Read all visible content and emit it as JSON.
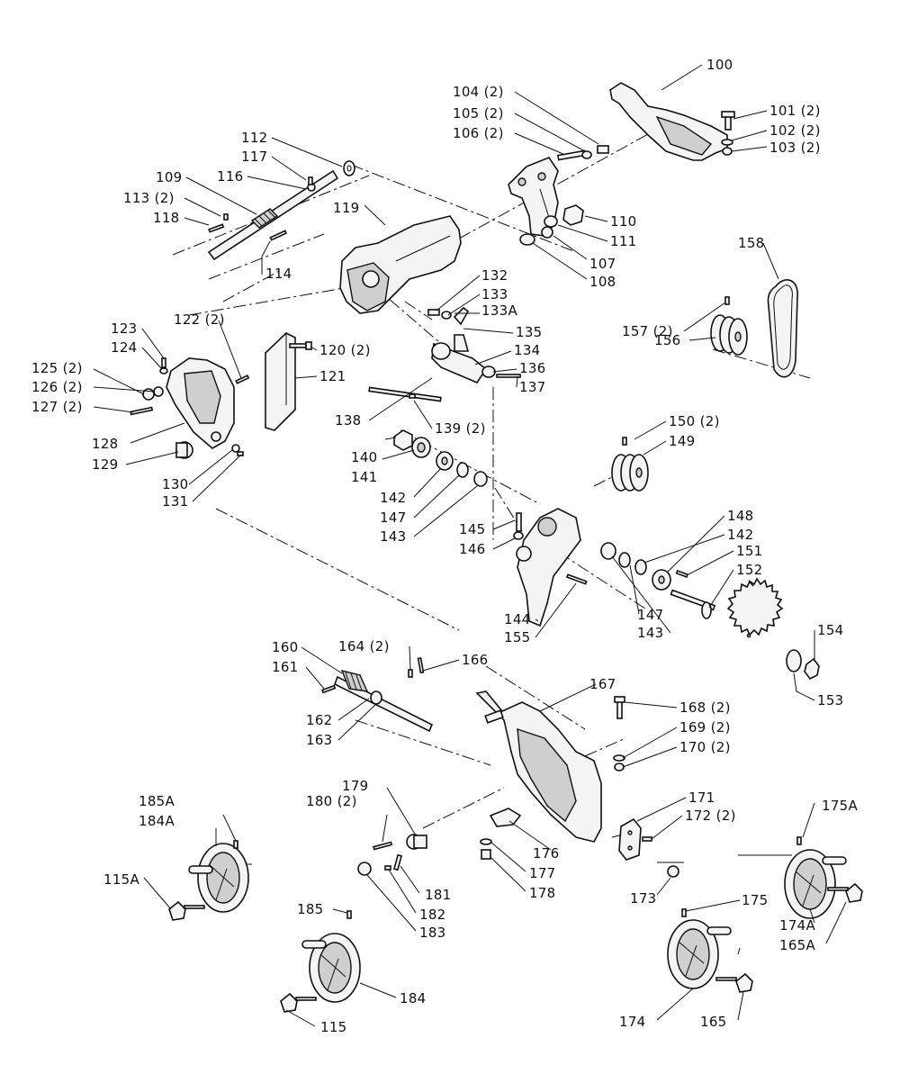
{
  "callouts": [
    {
      "id": "c100",
      "text": "100"
    },
    {
      "id": "c101",
      "text": "101 (2)"
    },
    {
      "id": "c102",
      "text": "102 (2)"
    },
    {
      "id": "c103",
      "text": "103 (2)"
    },
    {
      "id": "c104",
      "text": "104 (2)"
    },
    {
      "id": "c105",
      "text": "105 (2)"
    },
    {
      "id": "c106",
      "text": "106 (2)"
    },
    {
      "id": "c107",
      "text": "107"
    },
    {
      "id": "c108",
      "text": "108"
    },
    {
      "id": "c109",
      "text": "109"
    },
    {
      "id": "c110",
      "text": "110"
    },
    {
      "id": "c111",
      "text": "111"
    },
    {
      "id": "c112",
      "text": "112"
    },
    {
      "id": "c113",
      "text": "113 (2)"
    },
    {
      "id": "c114",
      "text": "114"
    },
    {
      "id": "c116",
      "text": "116"
    },
    {
      "id": "c117",
      "text": "117"
    },
    {
      "id": "c118",
      "text": "118"
    },
    {
      "id": "c119",
      "text": "119"
    },
    {
      "id": "c120",
      "text": "120 (2)"
    },
    {
      "id": "c121",
      "text": "121"
    },
    {
      "id": "c122",
      "text": "122 (2)"
    },
    {
      "id": "c123",
      "text": "123"
    },
    {
      "id": "c124",
      "text": "124"
    },
    {
      "id": "c125",
      "text": "125 (2)"
    },
    {
      "id": "c126",
      "text": "126 (2)"
    },
    {
      "id": "c127",
      "text": "127 (2)"
    },
    {
      "id": "c128",
      "text": "128"
    },
    {
      "id": "c129",
      "text": "129"
    },
    {
      "id": "c130",
      "text": "130"
    },
    {
      "id": "c131",
      "text": "131"
    },
    {
      "id": "c132",
      "text": "132"
    },
    {
      "id": "c133",
      "text": "133"
    },
    {
      "id": "c133A",
      "text": "133A"
    },
    {
      "id": "c134",
      "text": "134"
    },
    {
      "id": "c135",
      "text": "135"
    },
    {
      "id": "c136",
      "text": "136"
    },
    {
      "id": "c137",
      "text": "137"
    },
    {
      "id": "c138",
      "text": "138"
    },
    {
      "id": "c139",
      "text": "139 (2)"
    },
    {
      "id": "c140",
      "text": "140"
    },
    {
      "id": "c141",
      "text": "141"
    },
    {
      "id": "c142a",
      "text": "142"
    },
    {
      "id": "c142b",
      "text": "142"
    },
    {
      "id": "c143a",
      "text": "143"
    },
    {
      "id": "c143b",
      "text": "143"
    },
    {
      "id": "c144",
      "text": "144"
    },
    {
      "id": "c145",
      "text": "145"
    },
    {
      "id": "c146",
      "text": "146"
    },
    {
      "id": "c147a",
      "text": "147"
    },
    {
      "id": "c147b",
      "text": "147"
    },
    {
      "id": "c148",
      "text": "148"
    },
    {
      "id": "c149",
      "text": "149"
    },
    {
      "id": "c150",
      "text": "150 (2)"
    },
    {
      "id": "c151",
      "text": "151"
    },
    {
      "id": "c152",
      "text": "152"
    },
    {
      "id": "c153",
      "text": "153"
    },
    {
      "id": "c154",
      "text": "154"
    },
    {
      "id": "c155",
      "text": "155"
    },
    {
      "id": "c156",
      "text": "156"
    },
    {
      "id": "c157",
      "text": "157 (2)"
    },
    {
      "id": "c158",
      "text": "158"
    },
    {
      "id": "c160",
      "text": "160"
    },
    {
      "id": "c161",
      "text": "161"
    },
    {
      "id": "c162",
      "text": "162"
    },
    {
      "id": "c163",
      "text": "163"
    },
    {
      "id": "c164",
      "text": "164 (2)"
    },
    {
      "id": "c165",
      "text": "165"
    },
    {
      "id": "c165A",
      "text": "165A"
    },
    {
      "id": "c166",
      "text": "166"
    },
    {
      "id": "c167",
      "text": "167"
    },
    {
      "id": "c168",
      "text": "168 (2)"
    },
    {
      "id": "c169",
      "text": "169 (2)"
    },
    {
      "id": "c170",
      "text": "170 (2)"
    },
    {
      "id": "c171",
      "text": "171"
    },
    {
      "id": "c172",
      "text": "172 (2)"
    },
    {
      "id": "c173",
      "text": "173"
    },
    {
      "id": "c174",
      "text": "174"
    },
    {
      "id": "c174A",
      "text": "174A"
    },
    {
      "id": "c175",
      "text": "175"
    },
    {
      "id": "c175A",
      "text": "175A"
    },
    {
      "id": "c176",
      "text": "176"
    },
    {
      "id": "c177",
      "text": "177"
    },
    {
      "id": "c178",
      "text": "178"
    },
    {
      "id": "c179",
      "text": "179"
    },
    {
      "id": "c180",
      "text": "180 (2)"
    },
    {
      "id": "c181",
      "text": "181"
    },
    {
      "id": "c182",
      "text": "182"
    },
    {
      "id": "c183",
      "text": "183"
    },
    {
      "id": "c184",
      "text": "184"
    },
    {
      "id": "c184A",
      "text": "184A"
    },
    {
      "id": "c185",
      "text": "185"
    },
    {
      "id": "c185A",
      "text": "185A"
    },
    {
      "id": "c115",
      "text": "115"
    },
    {
      "id": "c115A",
      "text": "115A"
    }
  ]
}
